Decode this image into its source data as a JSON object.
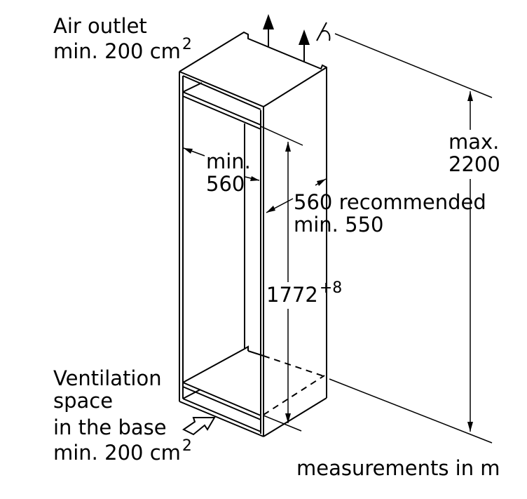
{
  "air_outlet": {
    "line1": "Air outlet",
    "line2": "min. 200 cm",
    "sup": "2"
  },
  "ventilation": {
    "line1": "Ventilation",
    "line2": "space",
    "line3": "in the base",
    "line4": "min. 200 cm",
    "sup": "2"
  },
  "depth": {
    "line1": "min.",
    "line2": "560"
  },
  "width": {
    "line1": "560 recommended",
    "line2": "min. 550"
  },
  "height": {
    "value": "1772",
    "tolerance": "+8"
  },
  "max_height": {
    "line1": "max.",
    "line2": "2200"
  },
  "units_note": "measurements in m"
}
